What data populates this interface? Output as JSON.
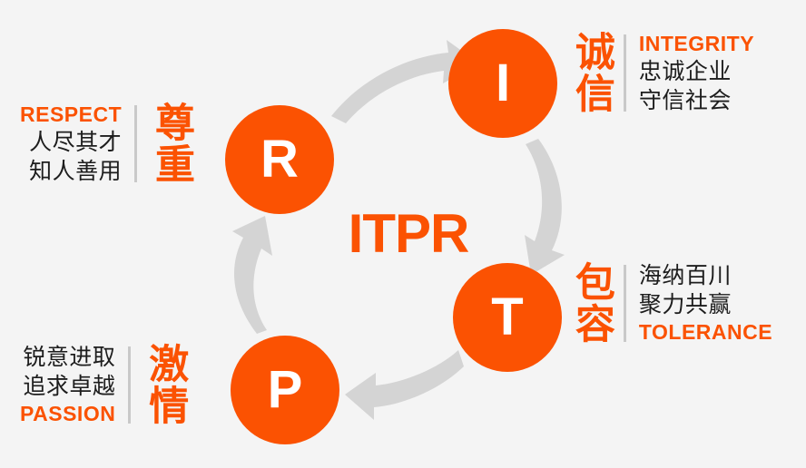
{
  "theme": {
    "background": "#f4f4f4",
    "accent": "#fb5202",
    "arrow": "#d4d4d4",
    "text_dark": "#1d1d1d",
    "divider": "#c9c9c9",
    "circle_letter": "#ffffff"
  },
  "center": {
    "wordmark": "ITPR"
  },
  "nodes": [
    {
      "id": "respect",
      "letter": "R",
      "name": "node-r"
    },
    {
      "id": "integrity",
      "letter": "I",
      "name": "node-i"
    },
    {
      "id": "tolerance",
      "letter": "T",
      "name": "node-t"
    },
    {
      "id": "passion",
      "letter": "P",
      "name": "node-p"
    }
  ],
  "blocks": {
    "respect": {
      "cn_big": "尊重",
      "english": "RESPECT",
      "line1": "人尽其才",
      "line2": "知人善用"
    },
    "integrity": {
      "cn_big": "诚信",
      "english": "INTEGRITY",
      "line1": "忠诚企业",
      "line2": "守信社会"
    },
    "tolerance": {
      "cn_big": "包容",
      "english": "TOLERANCE",
      "line1": "海纳百川",
      "line2": "聚力共赢"
    },
    "passion": {
      "cn_big": "激情",
      "english": "PASSION",
      "line1": "锐意进取",
      "line2": "追求卓越"
    }
  },
  "arrows": [
    {
      "name": "arrow-r-to-i",
      "from": "R",
      "to": "I",
      "direction": "right-up"
    },
    {
      "name": "arrow-i-to-t",
      "from": "I",
      "to": "T",
      "direction": "down"
    },
    {
      "name": "arrow-t-to-p",
      "from": "T",
      "to": "P",
      "direction": "left"
    },
    {
      "name": "arrow-p-to-r",
      "from": "P",
      "to": "R",
      "direction": "up"
    }
  ]
}
